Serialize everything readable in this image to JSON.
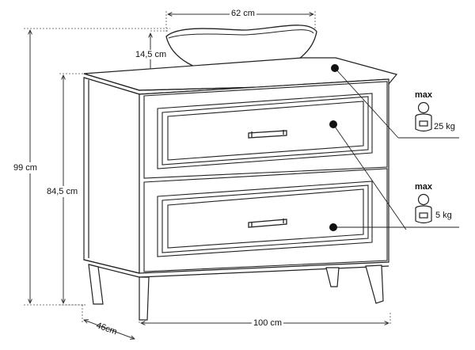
{
  "dimensions": {
    "basin_width": "62 cm",
    "basin_height": "14,5 cm",
    "total_height": "99 cm",
    "cabinet_height": "84,5 cm",
    "depth": "46cm",
    "width": "100 cm"
  },
  "load_limits": [
    {
      "label": "max",
      "value": "25 kg"
    },
    {
      "label": "max",
      "value": "5 kg"
    }
  ],
  "colors": {
    "line": "#222222",
    "dimension": "#333333",
    "dot": "#111111"
  },
  "icons": [
    "weight-icon"
  ]
}
